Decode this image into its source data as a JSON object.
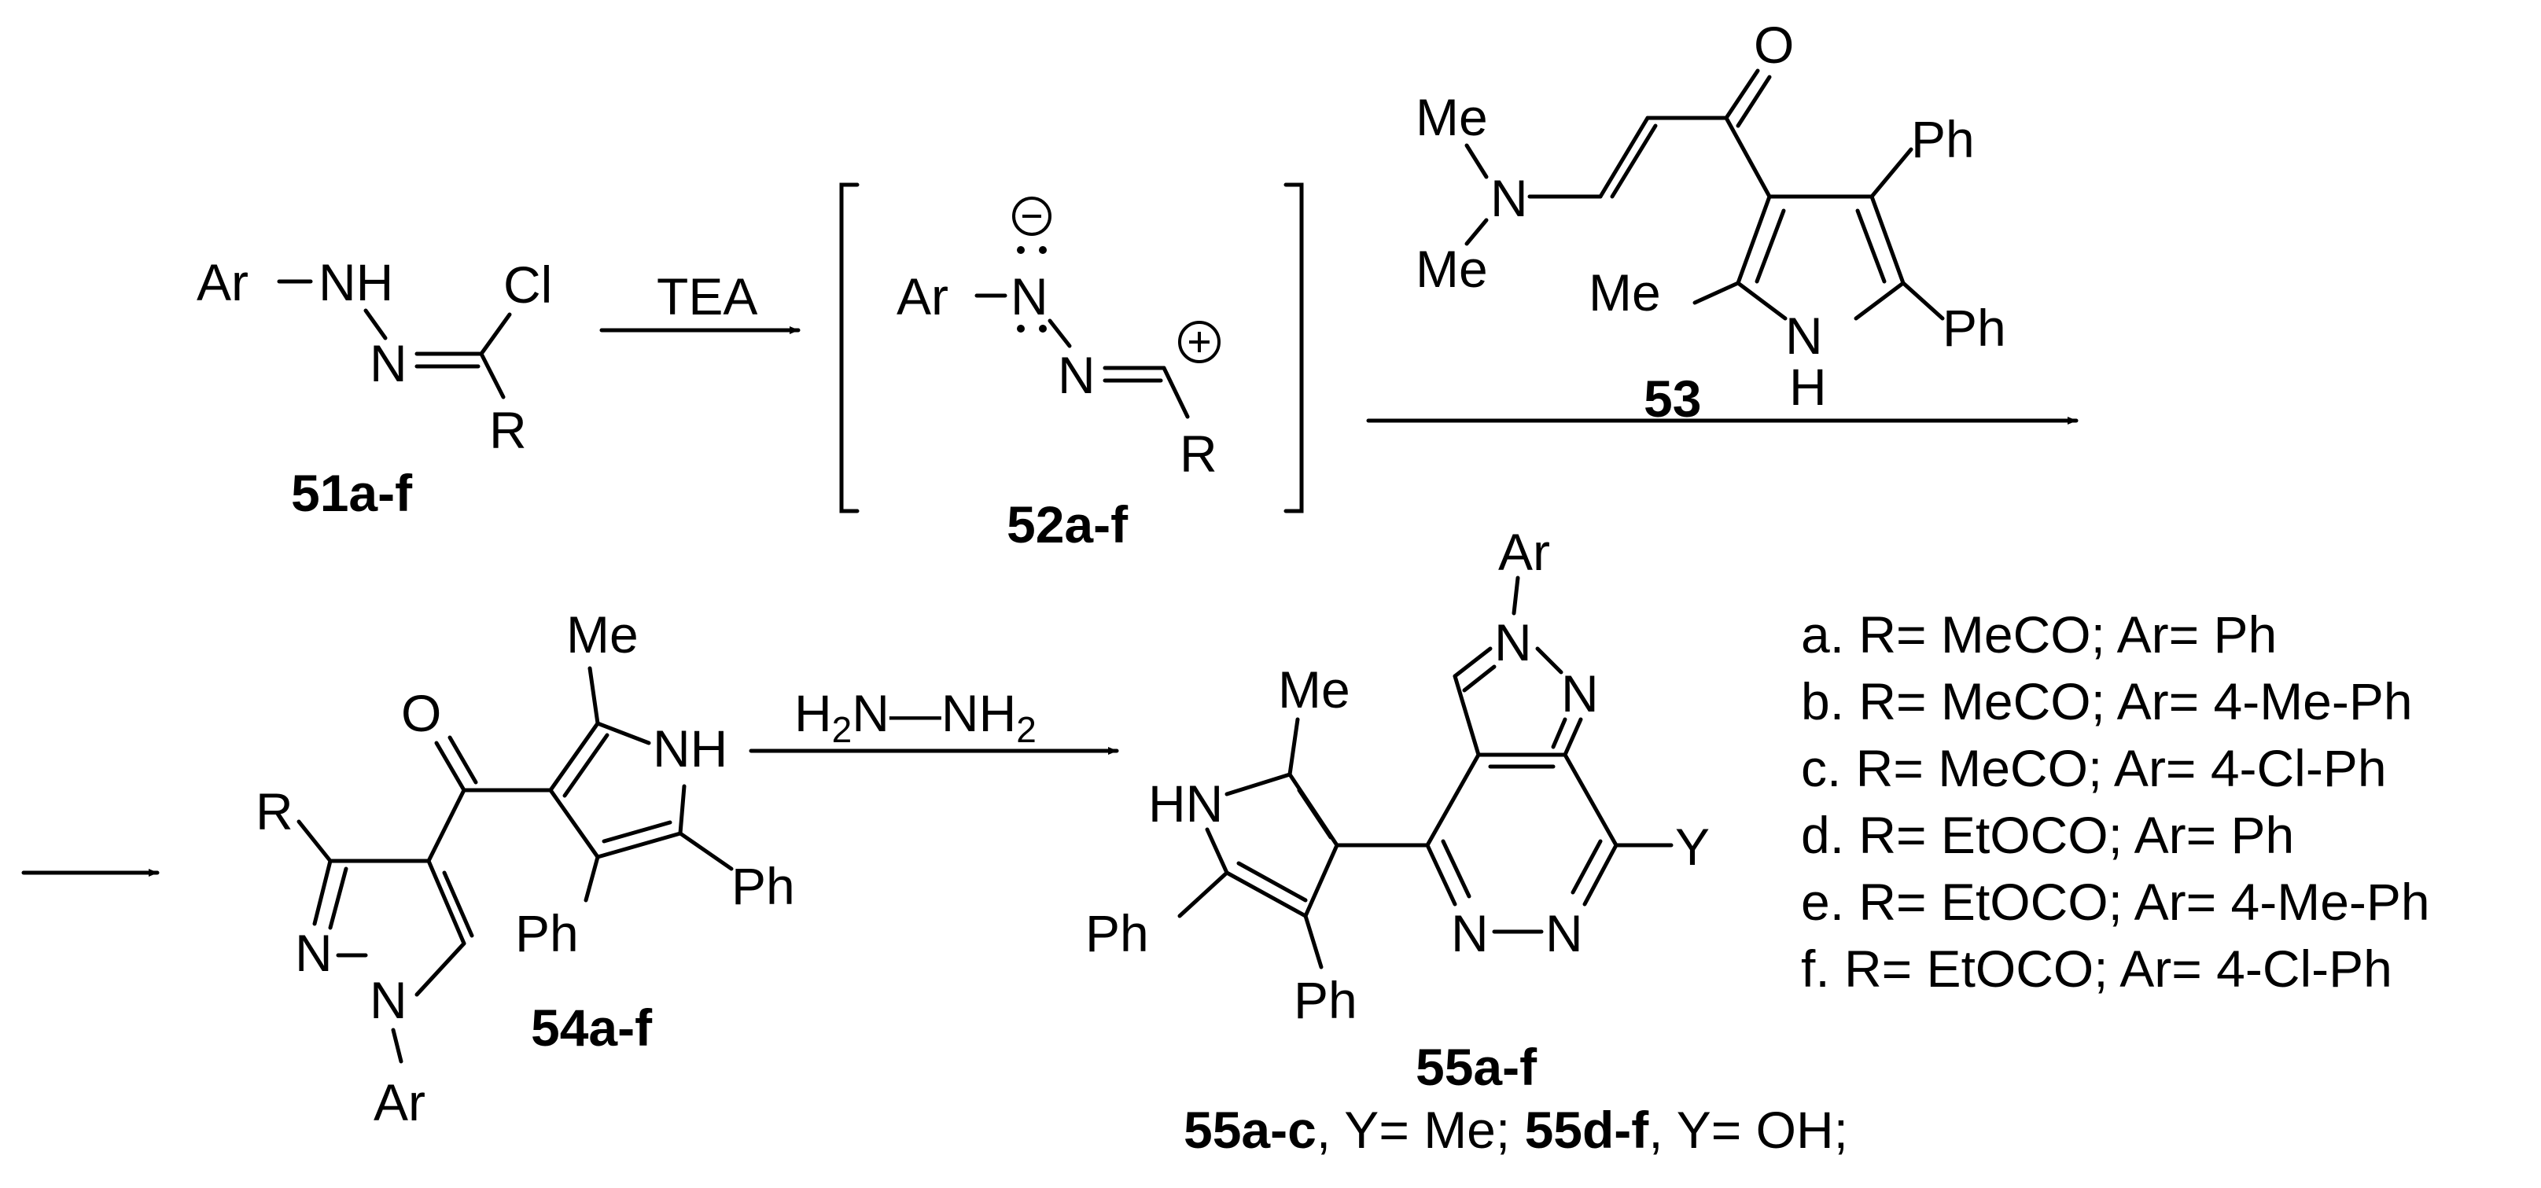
{
  "scheme": {
    "reagents": {
      "tea": "TEA",
      "hydrazine": "H2N–NH2"
    },
    "compounds": {
      "c51": "51a-f",
      "c52": "52a-f",
      "c53": "53",
      "c54": "54a-f",
      "c55": "55a-f"
    },
    "atoms": {
      "Ar": "Ar",
      "NH": "NH",
      "N": "N",
      "Cl": "Cl",
      "R": "R",
      "H": "H",
      "O": "O",
      "Me": "Me",
      "Ph": "Ph",
      "Y": "Y",
      "HN": "HN",
      "minus": "−",
      "plus": "+"
    },
    "footnote": {
      "bold1": "55a-c",
      "text1": ", Y= Me; ",
      "bold2": "55d-f",
      "text2": ", Y= OH;"
    },
    "substituents": [
      "a. R= MeCO; Ar= Ph",
      "b. R= MeCO; Ar= 4-Me-Ph",
      "c. R= MeCO; Ar= 4-Cl-Ph",
      "d. R= EtOCO; Ar= Ph",
      "e. R= EtOCO; Ar= 4-Me-Ph",
      "f. R= EtOCO; Ar= 4-Cl-Ph"
    ]
  }
}
